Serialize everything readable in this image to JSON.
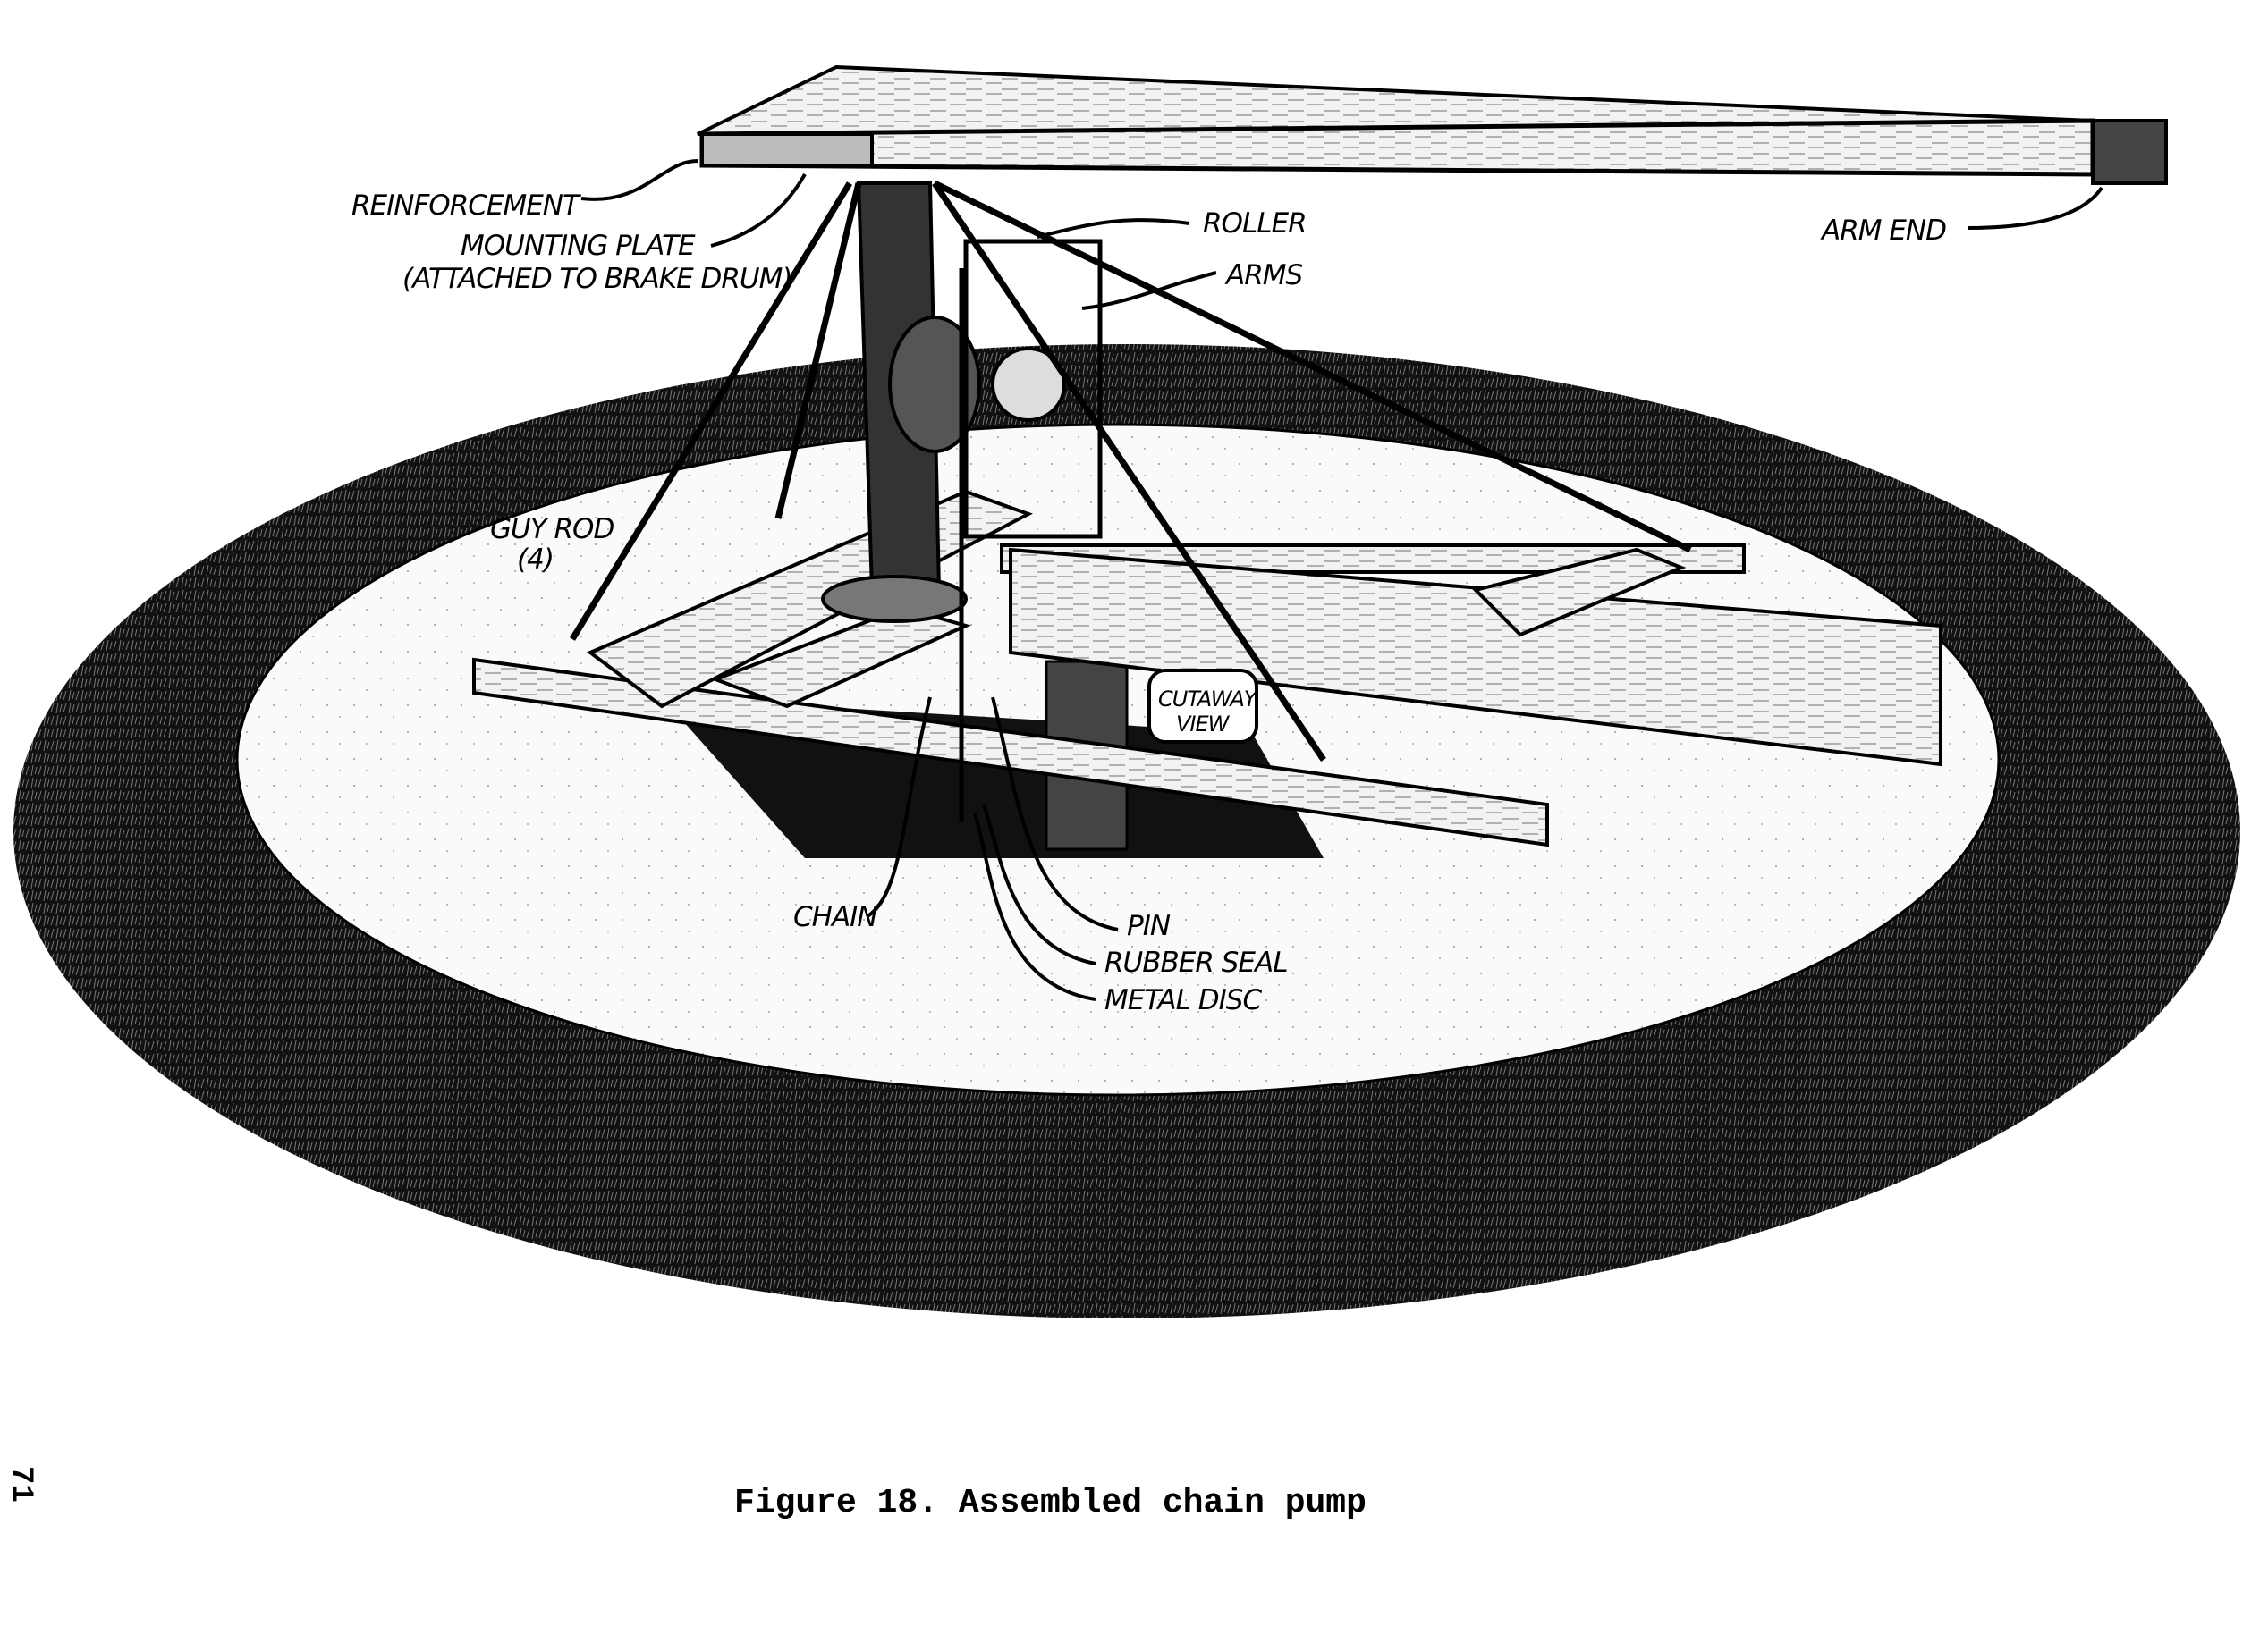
{
  "figure": {
    "caption": "Figure 18. Assembled chain pump",
    "page_number": "71",
    "labels": {
      "reinforcement": "REINFORCEMENT",
      "mounting_plate": "MOUNTING PLATE",
      "mounting_plate_note": "(ATTACHED TO BRAKE DRUM)",
      "roller": "ROLLER",
      "arms": "ARMS",
      "arm_end": "ARM END",
      "guy_rod": "GUY ROD",
      "guy_rod_count": "(4)",
      "cutaway_view_1": "CUTAWAY",
      "cutaway_view_2": "VIEW",
      "chain": "CHAIN",
      "pin": "PIN",
      "rubber_seal": "RUBBER SEAL",
      "metal_disc": "METAL DISC"
    }
  }
}
